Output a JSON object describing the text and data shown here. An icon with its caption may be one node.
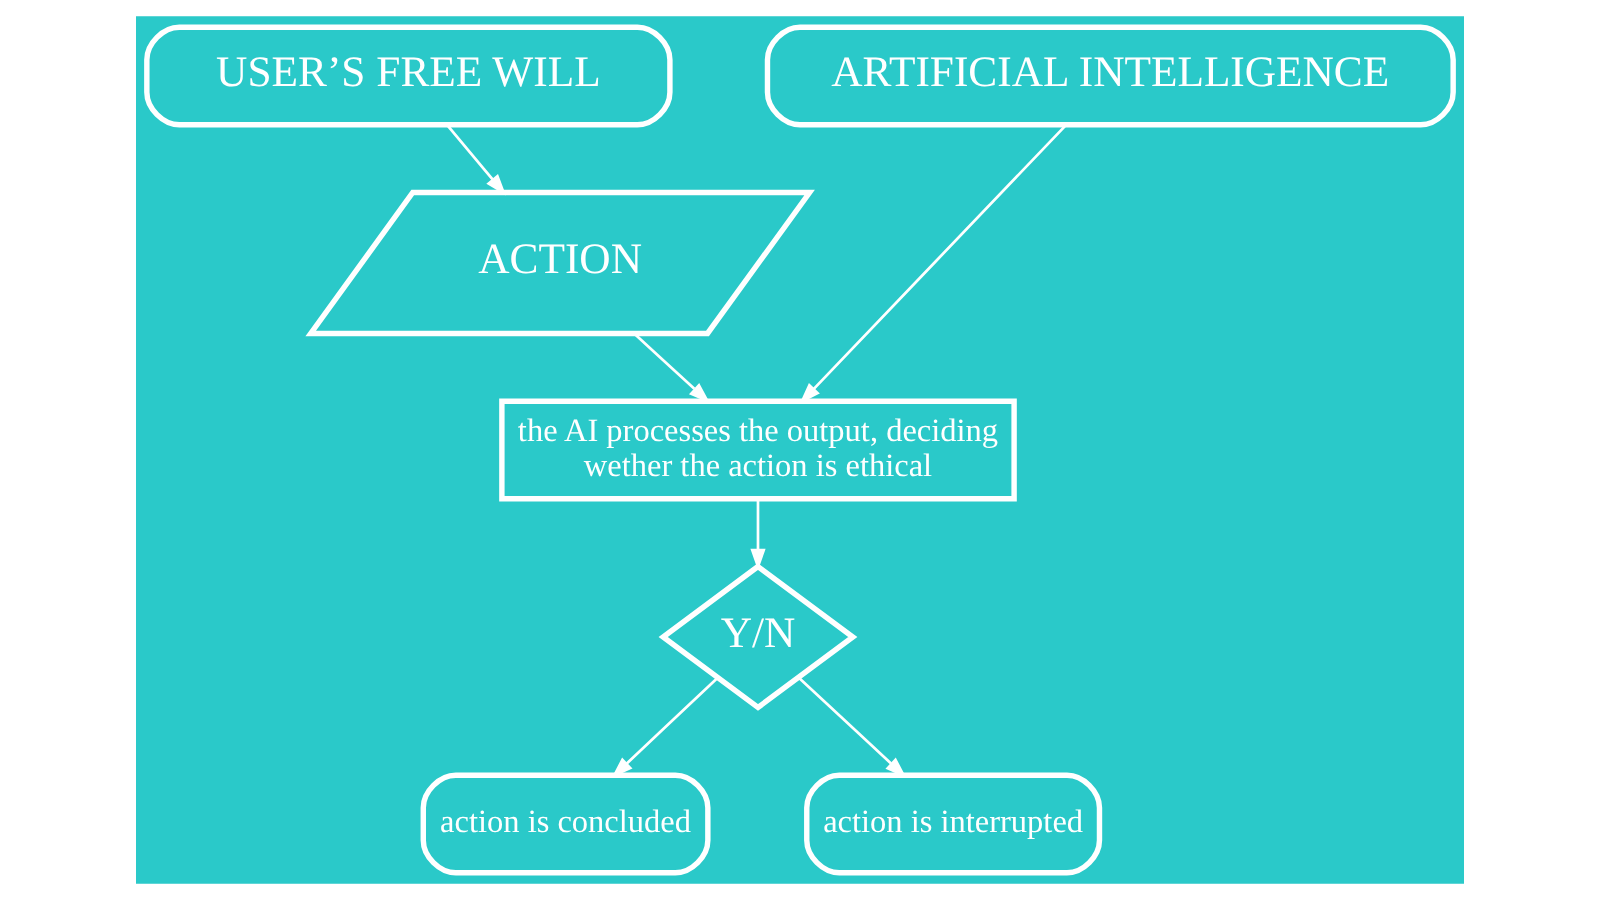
{
  "diagram": {
    "nodes": [
      {
        "text": [
          "USER’S FREE WILL"
        ]
      },
      {
        "text": [
          "ARTIFICIAL INTELLIGENCE"
        ]
      },
      {
        "text": [
          "ACTION"
        ]
      },
      {
        "text": [
          "the AI processes the output, deciding wether the action is ethical"
        ]
      },
      {
        "text": [
          "Y/N"
        ]
      },
      {
        "text": [
          "action is concluded"
        ]
      },
      {
        "text": [
          "action is interrupted"
        ]
      }
    ],
    "edges": [
      {
        "from": 0,
        "to": 2,
        "arrow": "to"
      },
      {
        "from": 2,
        "to": 3,
        "arrow": "to"
      },
      {
        "from": 1,
        "to": 3,
        "arrow": "to"
      },
      {
        "from": 3,
        "to": 4,
        "arrow": "to"
      },
      {
        "from": 4,
        "to": 5,
        "arrow": "to"
      },
      {
        "from": 4,
        "to": 6,
        "arrow": "to"
      }
    ]
  }
}
